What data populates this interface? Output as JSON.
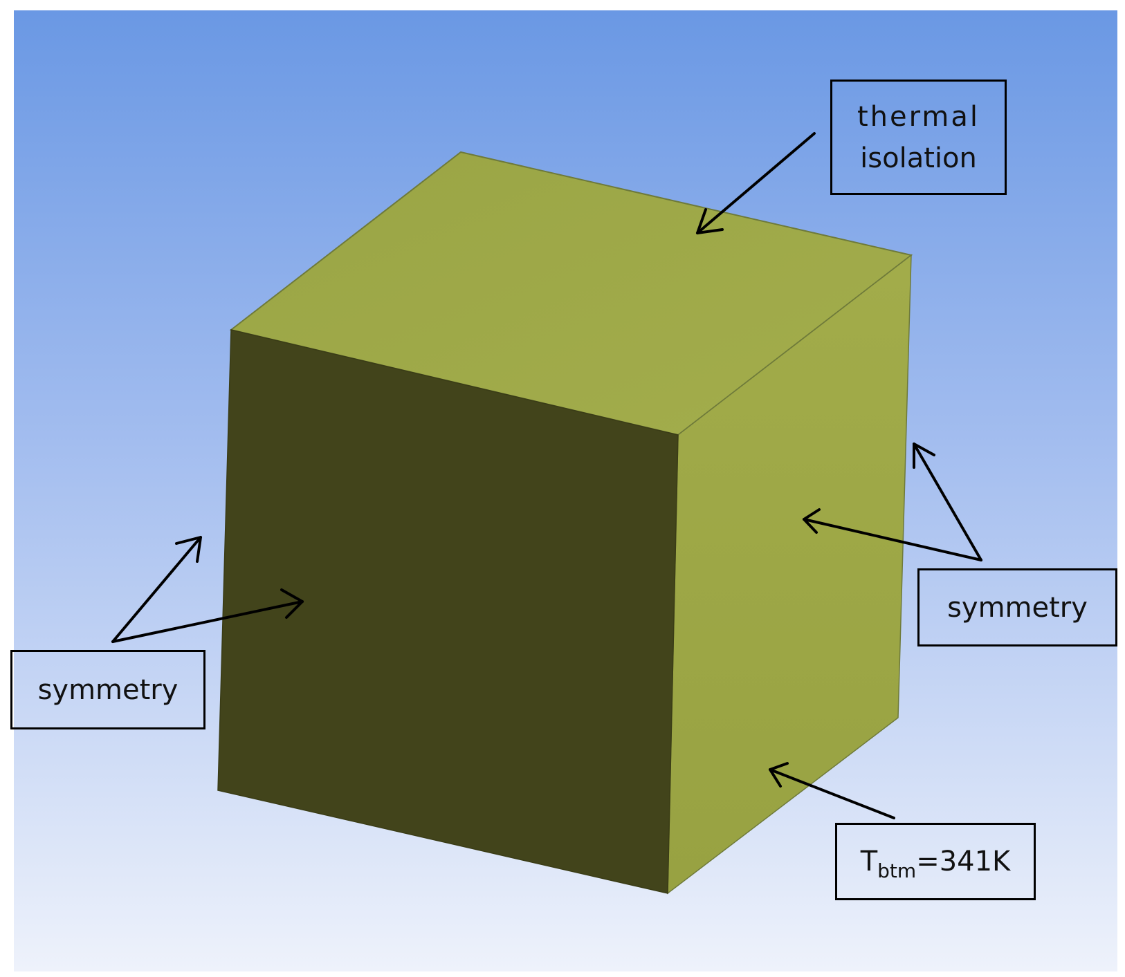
{
  "colors": {
    "background_top": "#6a98e4",
    "background_bottom": "#eaf0fb",
    "cube_top_face": "#9ea948",
    "cube_side_face": "#a0aa47",
    "cube_front_face": "#42441b",
    "annotation": "#000000"
  },
  "labels": {
    "top": {
      "line1": "thermal",
      "line2": "isolation"
    },
    "left": {
      "text": "symmetry"
    },
    "right": {
      "text": "symmetry"
    },
    "bottom": {
      "symbol": "T",
      "subscript": "btm",
      "value": "=341K"
    }
  }
}
